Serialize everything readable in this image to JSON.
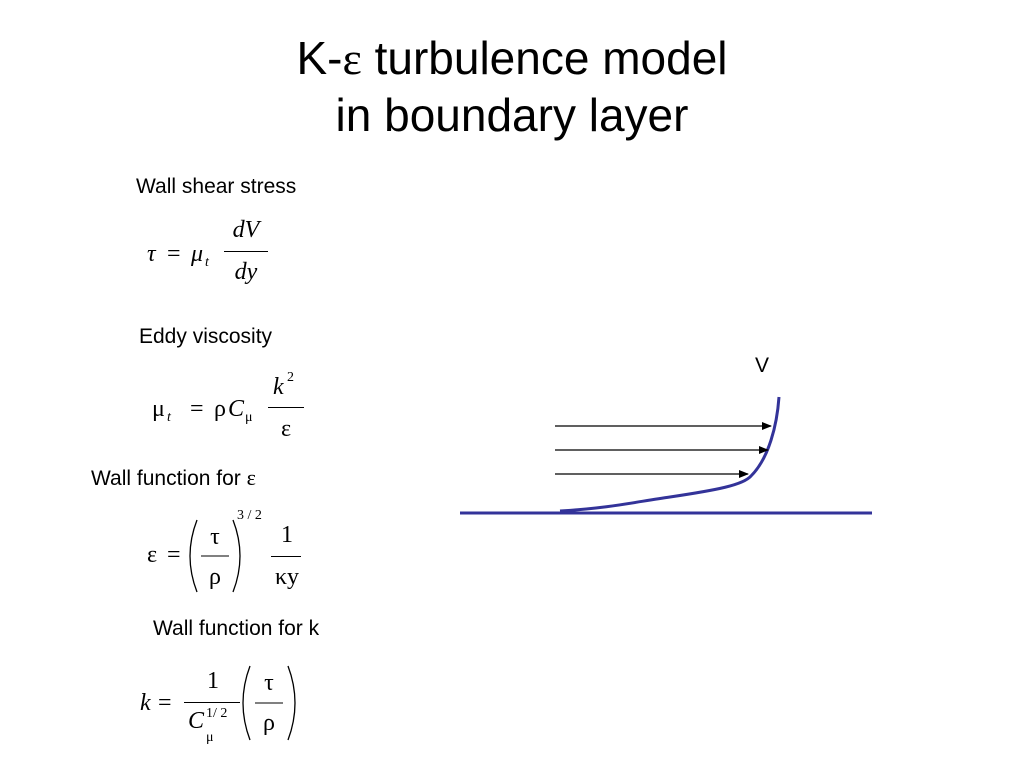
{
  "slide": {
    "title_line1_prefix": "K-",
    "title_line1_symbol": "ε",
    "title_line1_suffix": " turbulence model",
    "title_line2": "in boundary layer"
  },
  "sections": {
    "shear": {
      "label": "Wall shear stress",
      "lhs": "τ",
      "equals": "=",
      "coef": "μ",
      "coef_sub": "t",
      "num": "dV",
      "den": "dy"
    },
    "eddy": {
      "label": "Eddy viscosity",
      "lhs": "μ",
      "lhs_sub": "t",
      "equals": "=",
      "rho": "ρ",
      "c": "C",
      "c_sub": "μ",
      "num": "k",
      "num_sup": "2",
      "den": "ε"
    },
    "wall_eps": {
      "label_text": "Wall function for ",
      "label_symbol": "ε",
      "lhs": "ε",
      "equals": "=",
      "frac_num": "τ",
      "frac_den": "ρ",
      "exponent": "3 / 2",
      "num": "1",
      "den": "κy"
    },
    "wall_k": {
      "label": "Wall function for k",
      "lhs": "k",
      "equals": "=",
      "num": "1",
      "den_c": "C",
      "den_c_sup": "1/ 2",
      "den_c_sub": "μ",
      "frac_num": "τ",
      "frac_den": "ρ"
    }
  },
  "diagram": {
    "velocity_label": "V",
    "line_color": "#333399",
    "arrow_color": "#000000"
  }
}
